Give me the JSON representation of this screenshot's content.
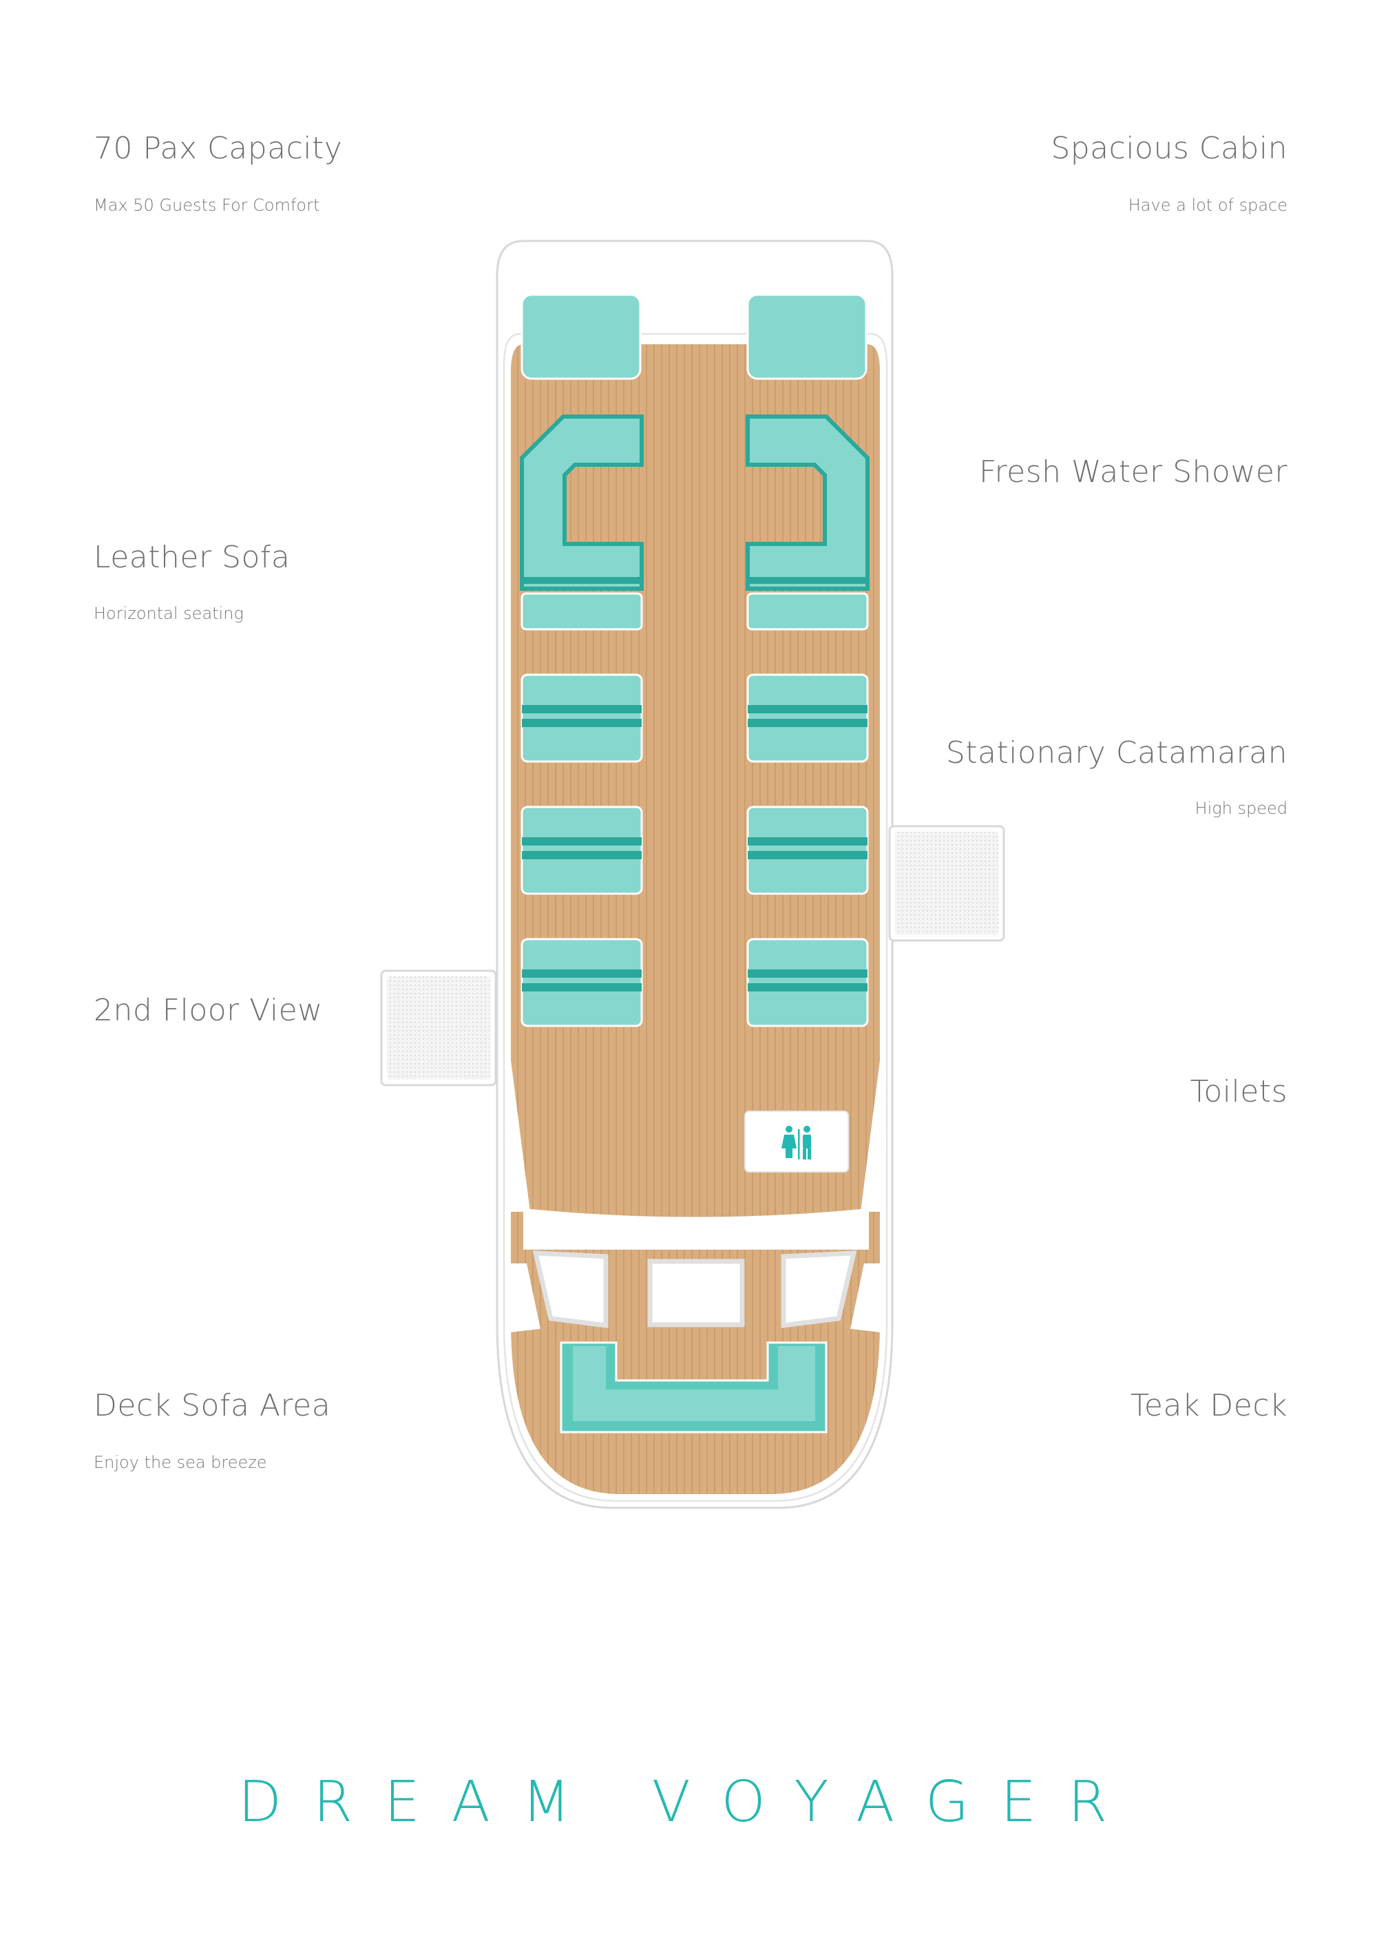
{
  "features": {
    "pax": {
      "title": "70 Pax Capacity",
      "subtitle": "Max 50 Guests For Comfort"
    },
    "cabin": {
      "title": "Spacious Cabin",
      "subtitle": "Have a lot of space"
    },
    "shower": {
      "title": "Fresh Water Shower"
    },
    "sofa": {
      "title": "Leather Sofa",
      "subtitle": "Horizontal seating"
    },
    "catamaran": {
      "title": "Stationary Catamaran",
      "subtitle": "High speed"
    },
    "floor": {
      "title": "2nd Floor View"
    },
    "toilets": {
      "title": "Toilets"
    },
    "deck_sofa": {
      "title": "Deck Sofa Area",
      "subtitle": "Enjoy the sea breeze"
    },
    "teak": {
      "title": "Teak Deck"
    }
  },
  "brand": {
    "name": "DREAM VOYAGER"
  },
  "colors": {
    "teal": "#5cc9bd",
    "teal_dark": "#2aa89c",
    "teal_light": "#86d7cd",
    "wood": "#d9ad7d",
    "wood_line": "#b98a5e",
    "hull": "#d8d8d8",
    "brand": "#25b8b2"
  },
  "icons": {
    "toilet": "toilet-icon"
  }
}
